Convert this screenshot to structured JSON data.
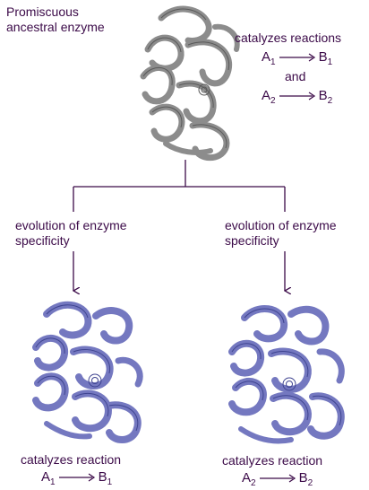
{
  "ancestral": {
    "label": "Promiscuous ancestral enzyme",
    "catalyzes": "catalyzes reactions",
    "reaction1": {
      "a": "A",
      "a_sub": "1",
      "b": "B",
      "b_sub": "1"
    },
    "and": "and",
    "reaction2": {
      "a": "A",
      "a_sub": "2",
      "b": "B",
      "b_sub": "2"
    }
  },
  "left_branch": {
    "label": "evolution of enzyme specificity",
    "catalyzes": "catalyzes reaction",
    "reaction": {
      "a": "A",
      "a_sub": "1",
      "b": "B",
      "b_sub": "1"
    }
  },
  "right_branch": {
    "label": "evolution of enzyme specificity",
    "catalyzes": "catalyzes reaction",
    "reaction": {
      "a": "A",
      "a_sub": "2",
      "b": "B",
      "b_sub": "2"
    }
  },
  "colors": {
    "text": "#3b0a48",
    "ancestral_protein": "#8c8c8c",
    "evolved_protein": "#7478c0"
  }
}
